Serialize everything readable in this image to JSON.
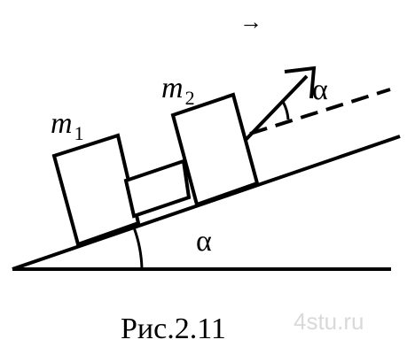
{
  "labels": {
    "vector_arrow": "→",
    "mass1_symbol": "m",
    "mass1_sub": "1",
    "mass2_symbol": "m",
    "mass2_sub": "2",
    "angle_force": "α",
    "angle_incline": "α",
    "caption": "Рис.2.11",
    "watermark": "4stu.ru"
  },
  "colors": {
    "ink": "#000000",
    "watermark": "#d9d9d9",
    "background": "#ffffff"
  }
}
